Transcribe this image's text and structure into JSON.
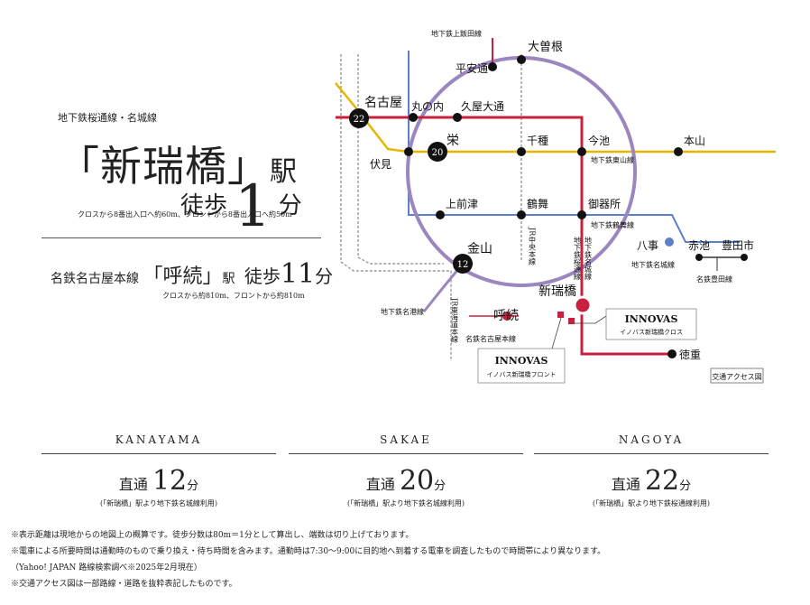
{
  "promo": {
    "line_label": "地下鉄桜通線・名城線",
    "station": "「新瑞橋」",
    "station_suffix": "駅",
    "walk_label": "徒歩",
    "walk_min": "1",
    "walk_unit": "分",
    "note1": "クロスから8番出入口へ約60m、フロントから8番出入口へ約50m",
    "line2_prefix": "名鉄名古屋本線",
    "line2_station": "「呼続」",
    "line2_suffix": "駅",
    "line2_walk": "徒歩",
    "line2_min": "11",
    "line2_unit": "分",
    "note2": "クロスから約810m、フロントから約810m"
  },
  "map": {
    "lines": {
      "iida": "地下鉄上飯田線",
      "higashiyama": "地下鉄東山線",
      "tsurumai": "地下鉄鶴舞線",
      "meijo": "地下鉄名城線",
      "sakura": "地下鉄桜通線",
      "meiko": "地下鉄名港線",
      "jr_chuo": "JR中央本線",
      "jr_tokaido": "JR東海道本線",
      "meitetsu": "名鉄名古屋本線",
      "meitetsu_toyota": "名鉄豊田線"
    },
    "stations": {
      "ozone": "大曽根",
      "heian": "平安通",
      "nagoya": "名古屋",
      "marunouchi": "丸の内",
      "hisaya": "久屋大通",
      "sakae": "栄",
      "chikusa": "千種",
      "imaike": "今池",
      "motoyama": "本山",
      "fushimi": "伏見",
      "kamimaezu": "上前津",
      "tsurumai": "鶴舞",
      "gokiso": "御器所",
      "yagoto": "八事",
      "akaike": "赤池",
      "toyotashi": "豊田市",
      "kanayama": "金山",
      "aratamabashi": "新瑞橋",
      "yobitsugi": "呼続",
      "tokushige": "徳重"
    },
    "badges": {
      "nagoya": "22",
      "sakae": "20",
      "kanayama": "12"
    },
    "cross_brand": "INNOVAS",
    "cross_name": "イノバス新瑞橋クロス",
    "front_brand": "INNOVAS",
    "front_name": "イノバス新瑞橋フロント",
    "map_caption": "交通アクセス図",
    "colors": {
      "meijo": "#9b86c0",
      "sakura": "#c8213e",
      "higashiyama": "#e8b400",
      "tsurumai": "#5b7fc8",
      "jr": "#999999",
      "meitetsu": "#c8213e"
    }
  },
  "destinations": [
    {
      "name": "KANAYAMA",
      "prefix": "直通",
      "minutes": "12",
      "unit": "分",
      "via": "(「新瑞橋」駅より地下鉄名城線利用)"
    },
    {
      "name": "SAKAE",
      "prefix": "直通",
      "minutes": "20",
      "unit": "分",
      "via": "(「新瑞橋」駅より地下鉄名城線利用)"
    },
    {
      "name": "NAGOYA",
      "prefix": "直通",
      "minutes": "22",
      "unit": "分",
      "via": "(「新瑞橋」駅より地下鉄桜通線利用)"
    }
  ],
  "footnotes": [
    "※表示距離は現地からの地図上の概算です。徒歩分数は80m＝1分として算出し、端数は切り上げております。",
    "※電車による所要時間は通勤時のもので乗り換え・待ち時間を含みます。通勤時は7:30〜9:00に目的地へ到着する電車を調査したもので時間帯により異なります。",
    "（Yahoo! JAPAN 路線検索調べ※2025年2月現在）",
    "※交通アクセス図は一部路線・道路を抜粋表記したものです。"
  ]
}
